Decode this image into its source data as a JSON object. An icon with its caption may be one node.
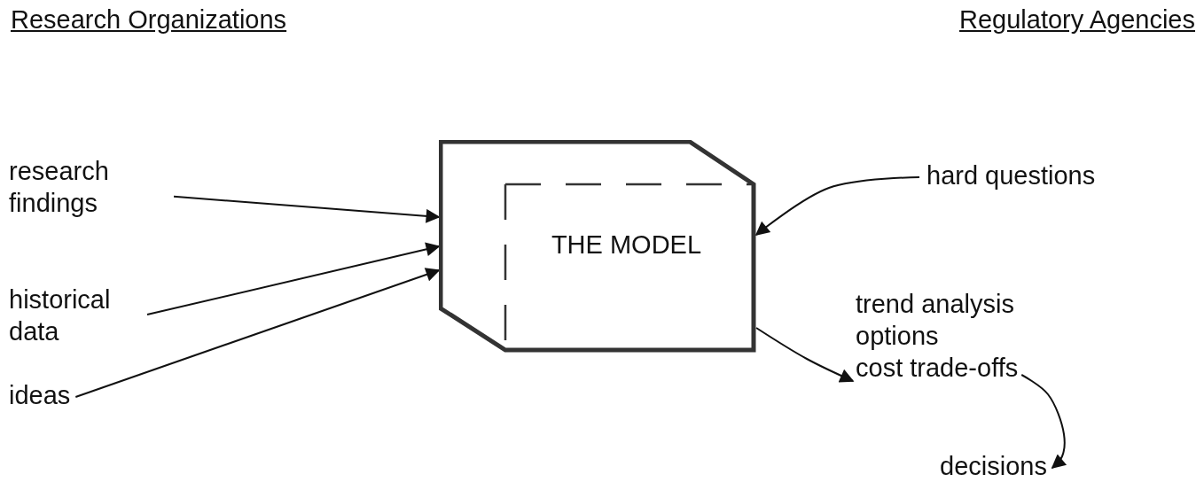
{
  "diagram": {
    "nodes": [
      {
        "text": [
          "research findings"
        ]
      },
      {
        "text": [
          "historical data"
        ]
      },
      {
        "text": [
          "ideas"
        ]
      },
      {
        "text": [
          "THE MODEL"
        ]
      },
      {
        "text": [
          "hard questions"
        ]
      },
      {
        "text": [
          "trend analysis",
          "options",
          "cost trade-offs"
        ]
      },
      {
        "text": [
          "decisions"
        ]
      }
    ],
    "edges": [
      {
        "from": 0,
        "to": 3,
        "arrow": "to"
      },
      {
        "from": 1,
        "to": 3,
        "arrow": "to"
      },
      {
        "from": 2,
        "to": 3,
        "arrow": "to"
      },
      {
        "from": 4,
        "to": 3,
        "arrow": "to"
      },
      {
        "from": 3,
        "to": 5,
        "arrow": "to"
      },
      {
        "from": 5,
        "to": 6,
        "arrow": "to"
      }
    ],
    "labels": [
      "Research Organizations",
      "Regulatory Agencies"
    ]
  }
}
